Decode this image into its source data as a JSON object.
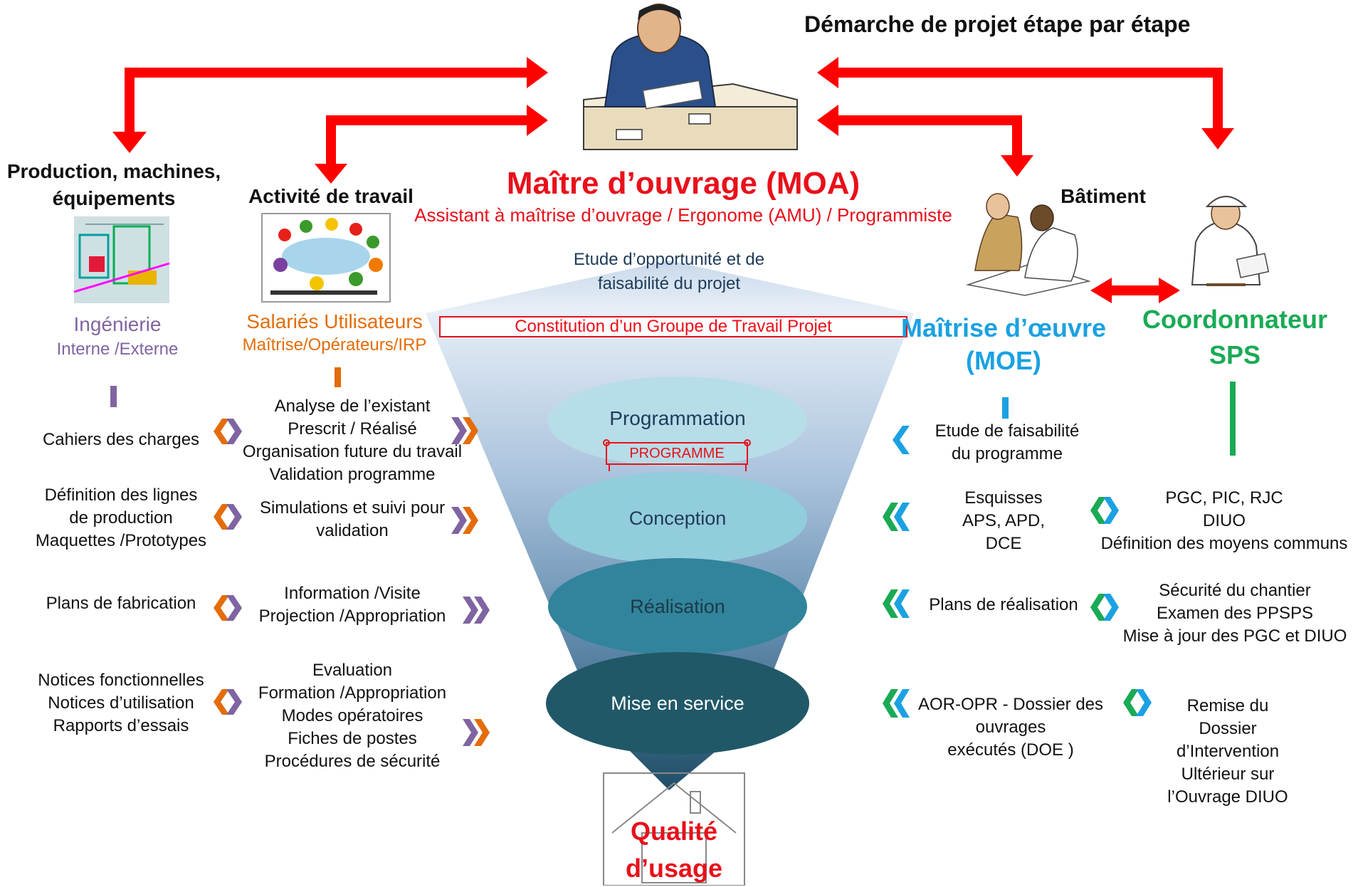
{
  "title": "Démarche de projet étape par étape",
  "moa": {
    "title": "Maître d’ouvrage (MOA)",
    "subtitle": "Assistant à maîtrise d’ouvrage / Ergonome (AMU) / Programmiste"
  },
  "columns": {
    "production": {
      "header": "Production, machines,\néquipements",
      "label": "Ingénierie",
      "sublabel": "Interne /Externe"
    },
    "activite": {
      "header": "Activité de travail",
      "label": "Salariés Utilisateurs",
      "sublabel": "Maîtrise/Opérateurs/IRP"
    },
    "batiment": {
      "header": "Bâtiment"
    },
    "moe": {
      "label": "Maîtrise d’œuvre\n(MOE)"
    },
    "sps": {
      "label": "Coordonnateur\nSPS"
    }
  },
  "funnel": {
    "top_text": "Etude d’opportunité et de\nfaisabilité du projet",
    "group_label": "Constitution d’un Groupe de Travail Projet",
    "stages": [
      "Programmation",
      "Conception",
      "Réalisation",
      "Mise en service"
    ],
    "scroll_label": "PROGRAMME",
    "bottom": "Qualité\nd’usage"
  },
  "rows": [
    {
      "production": "Cahiers des charges",
      "activite": "Analyse de l’existant\nPrescrit / Réalisé\nOrganisation future du travail\nValidation programme",
      "moe": "Etude de faisabilité\ndu programme",
      "sps": ""
    },
    {
      "production": "Définition des lignes\nde production\nMaquettes /Prototypes",
      "activite": "Simulations et suivi pour\nvalidation",
      "moe": "Esquisses\nAPS, APD,\nDCE",
      "sps": "PGC, PIC, RJC\nDIUO\nDéfinition des moyens communs"
    },
    {
      "production": "Plans de fabrication",
      "activite": "Information /Visite\nProjection /Appropriation",
      "moe": "Plans de réalisation",
      "sps": "Sécurité du chantier\nExamen des PPSPS\nMise à jour des PGC et DIUO"
    },
    {
      "production": "Notices fonctionnelles\nNotices d’utilisation\nRapports d’essais",
      "activite": "Evaluation\nFormation /Appropriation\nModes opératoires\nFiches de postes\nProcédures de sécurité",
      "moe": "AOR-OPR - Dossier des\nouvrages\nexécutés (DOE )",
      "sps": "Remise du\nDossier\nd’Intervention\nUltérieur sur\nl’Ouvrage DIUO"
    }
  ],
  "colors": {
    "arrow_red": "#ff0000",
    "moa_red": "#e8101a",
    "ingenierie_purple": "#8064a2",
    "salaries_orange": "#e46c0a",
    "moe_blue": "#1ba1e2",
    "sps_green": "#1aaa55",
    "funnel_top": "#dbe6f1",
    "funnel_bottom": "#1f4e66",
    "stage_programmation": "#b5dde6",
    "stage_conception": "#92cddc",
    "stage_realisation": "#31849b",
    "stage_mise_en_service": "#215868"
  },
  "icons": [
    "manager-at-desk-illustration",
    "factory-3d-illustration",
    "team-meeting-illustration",
    "architects-illustration",
    "site-engineer-illustration",
    "house-outline-icon",
    "chevron-left-icon",
    "chevron-right-icon",
    "double-chevron-icon"
  ]
}
